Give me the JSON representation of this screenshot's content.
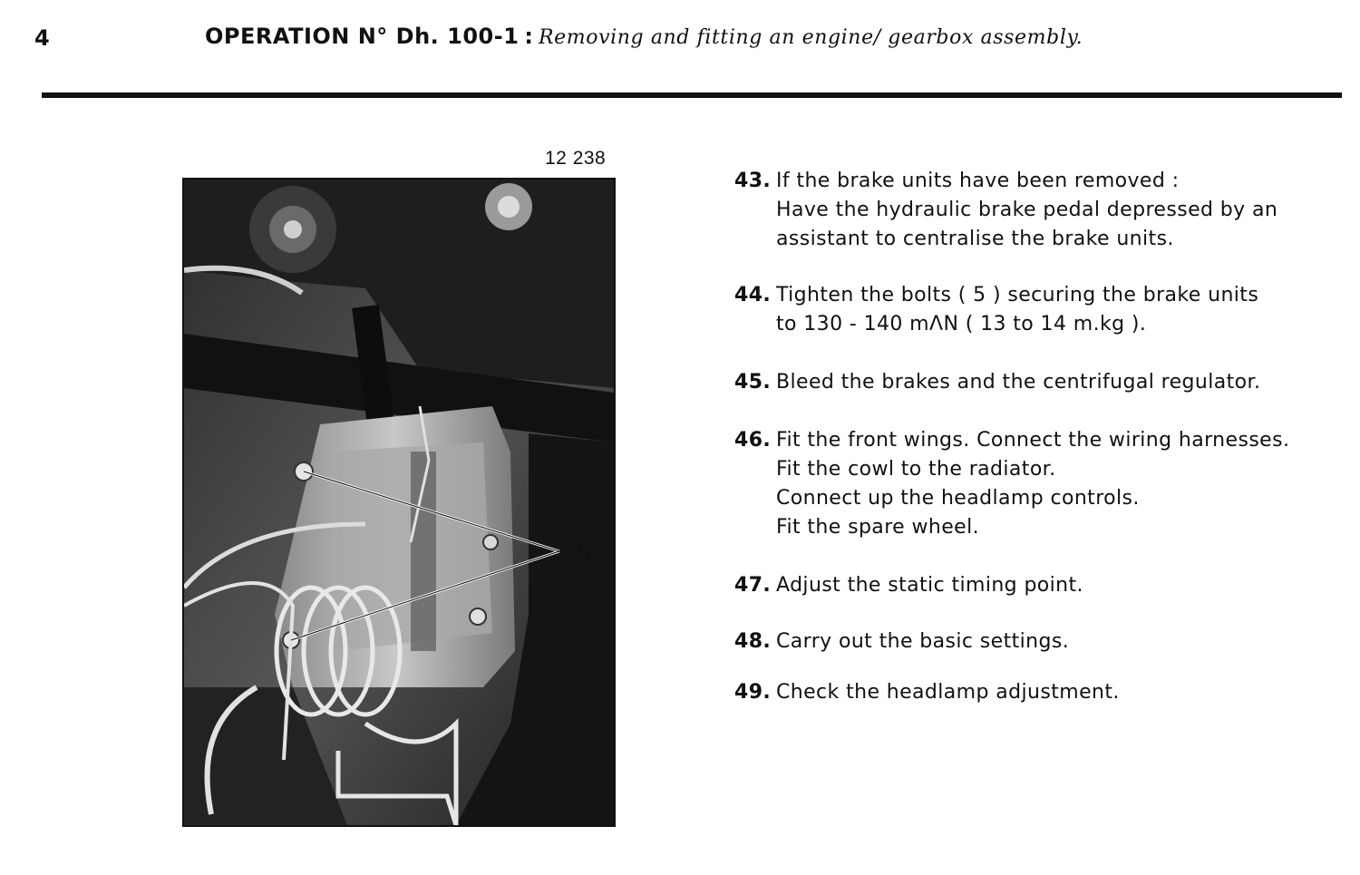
{
  "header": {
    "page_number": "4",
    "operation": "OPERATION N° Dh. 100-1",
    "separator": ":",
    "subtitle": "Removing and fitting an engine/ gearbox assembly."
  },
  "figure": {
    "number": "12 238",
    "callout": "5"
  },
  "steps": [
    {
      "number": "43.",
      "lines": [
        "If the brake units have been removed :",
        "Have the hydraulic brake pedal depressed by an",
        "assistant to centralise the brake units."
      ]
    },
    {
      "number": "44.",
      "lines": [
        "Tighten the bolts ( 5 ) securing the brake units",
        "to 130 - 140 mΛN ( 13 to 14 m.kg )."
      ]
    },
    {
      "number": "45.",
      "lines": [
        "Bleed the brakes and the centrifugal regulator."
      ]
    },
    {
      "number": "46.",
      "lines": [
        "Fit the front wings. Connect the wiring harnesses.",
        "Fit the cowl to the radiator.",
        "Connect up the headlamp controls.",
        "Fit the spare wheel."
      ]
    },
    {
      "number": "47.",
      "lines": [
        "Adjust the static timing point."
      ]
    },
    {
      "number": "48.",
      "lines": [
        "Carry out the basic settings."
      ]
    },
    {
      "number": "49.",
      "lines": [
        "Check the headlamp adjustment."
      ]
    }
  ]
}
